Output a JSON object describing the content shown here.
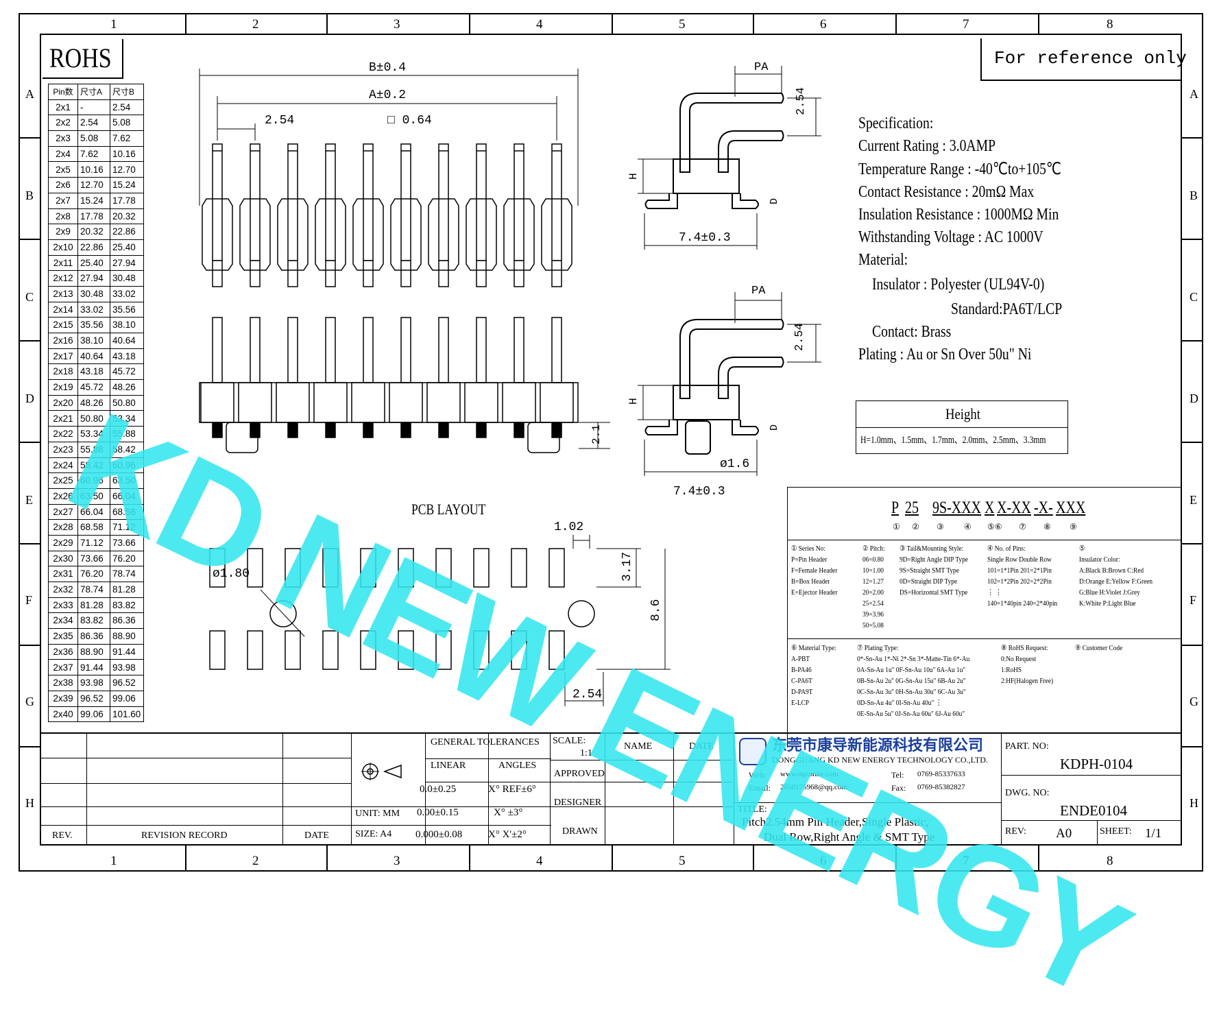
{
  "border": {
    "columns": [
      "1",
      "2",
      "3",
      "4",
      "5",
      "6",
      "7",
      "8"
    ],
    "rows": [
      "A",
      "B",
      "C",
      "D",
      "E",
      "F",
      "G",
      "H"
    ]
  },
  "rohs_label": "ROHS",
  "reference_label": "For reference only",
  "pin_table": {
    "headers": [
      "Pin数",
      "尺寸A",
      "尺寸B"
    ],
    "rows": [
      [
        "2x1",
        "-",
        "2.54"
      ],
      [
        "2x2",
        "2.54",
        "5.08"
      ],
      [
        "2x3",
        "5.08",
        "7.62"
      ],
      [
        "2x4",
        "7.62",
        "10.16"
      ],
      [
        "2x5",
        "10.16",
        "12.70"
      ],
      [
        "2x6",
        "12.70",
        "15.24"
      ],
      [
        "2x7",
        "15.24",
        "17.78"
      ],
      [
        "2x8",
        "17.78",
        "20.32"
      ],
      [
        "2x9",
        "20.32",
        "22.86"
      ],
      [
        "2x10",
        "22.86",
        "25.40"
      ],
      [
        "2x11",
        "25.40",
        "27.94"
      ],
      [
        "2x12",
        "27.94",
        "30.48"
      ],
      [
        "2x13",
        "30.48",
        "33.02"
      ],
      [
        "2x14",
        "33.02",
        "35.56"
      ],
      [
        "2x15",
        "35.56",
        "38.10"
      ],
      [
        "2x16",
        "38.10",
        "40.64"
      ],
      [
        "2x17",
        "40.64",
        "43.18"
      ],
      [
        "2x18",
        "43.18",
        "45.72"
      ],
      [
        "2x19",
        "45.72",
        "48.26"
      ],
      [
        "2x20",
        "48.26",
        "50.80"
      ],
      [
        "2x21",
        "50.80",
        "53.34"
      ],
      [
        "2x22",
        "53.34",
        "55.88"
      ],
      [
        "2x23",
        "55.88",
        "58.42"
      ],
      [
        "2x24",
        "58.42",
        "60.96"
      ],
      [
        "2x25",
        "60.96",
        "63.50"
      ],
      [
        "2x26",
        "63.50",
        "66.04"
      ],
      [
        "2x27",
        "66.04",
        "68.58"
      ],
      [
        "2x28",
        "68.58",
        "71.12"
      ],
      [
        "2x29",
        "71.12",
        "73.66"
      ],
      [
        "2x30",
        "73.66",
        "76.20"
      ],
      [
        "2x31",
        "76.20",
        "78.74"
      ],
      [
        "2x32",
        "78.74",
        "81.28"
      ],
      [
        "2x33",
        "81.28",
        "83.82"
      ],
      [
        "2x34",
        "83.82",
        "86.36"
      ],
      [
        "2x35",
        "86.36",
        "88.90"
      ],
      [
        "2x36",
        "88.90",
        "91.44"
      ],
      [
        "2x37",
        "91.44",
        "93.98"
      ],
      [
        "2x38",
        "93.98",
        "96.52"
      ],
      [
        "2x39",
        "96.52",
        "99.06"
      ],
      [
        "2x40",
        "99.06",
        "101.60"
      ]
    ]
  },
  "dimensions": {
    "b_dim": "B±0.4",
    "a_dim": "A±0.2",
    "pitch": "2.54",
    "pin_square": "□ 0.64",
    "pa_top": "PA",
    "pitch_side_top": "2.54",
    "h_top": "H",
    "d_top": "D",
    "width_top": "7.4±0.3",
    "pa_bottom": "PA",
    "pitch_side_bottom": "2.54",
    "h_bottom": "H",
    "d_bottom": "D",
    "post_height": "2.1",
    "post_dia": "ø1.6",
    "width_bottom": "7.4±0.3"
  },
  "pcb": {
    "title": "PCB LAYOUT",
    "pad_width": "1.02",
    "pad_length": "3.17",
    "row_span": "8.6",
    "hole_dia": "ø1.80",
    "pitch": "2.54"
  },
  "specification": {
    "lines": [
      "Specification:",
      "Current Rating : 3.0AMP",
      "Temperature Range : -40℃to+105℃",
      "Contact Resistance : 20mΩ Max",
      "Insulation Resistance : 1000MΩ Min",
      "Withstanding Voltage : AC 1000V",
      "Material:",
      "Insulator : Polyester (UL94V-0)",
      "Standard:PA6T/LCP",
      "Contact: Brass",
      "Plating : Au or Sn Over 50u\" Ni"
    ]
  },
  "height_box": {
    "title": "Height",
    "values": "H=1.0mm、1.5mm、1.7mm、2.0mm、2.5mm、3.3mm"
  },
  "part_code": {
    "segments": [
      "P",
      "25",
      "9S-XXX",
      "X",
      "X-XX",
      "-X-",
      "XXX"
    ],
    "markers": [
      "①",
      "②",
      "③",
      "④",
      "⑤⑥",
      "⑦",
      "⑧",
      "⑨"
    ]
  },
  "code_legend": {
    "series": [
      "① Series No:",
      "P=Pin Header",
      "F=Female Header",
      "B=Box Header",
      "E=Ejector Header"
    ],
    "pitch": [
      "② Pitch:",
      "06=0.80",
      "10=1.00",
      "12=1.27",
      "20=2.00",
      "25=2.54",
      "39=3.96",
      "50=5.08"
    ],
    "tail": [
      "③ Tail&Mounting Style:",
      "9D=Right Angle DIP Type",
      "9S=Straight SMT Type",
      "0D=Straight DIP Type",
      "DS=Horizontal SMT Type"
    ],
    "pins": [
      "④ No. of Pins:",
      "Single Row   Double Row",
      "101=1*1Pin   201=2*1Pin",
      "102=1*2Pin   202=2*2Pin",
      "  ⋮              ⋮",
      "140=1*40pin  240=2*40pin"
    ],
    "color": [
      "⑤",
      "Insulator Color:",
      "A:Black  B:Brown  C:Red",
      "D:Orange E:Yellow F:Green",
      "G:Blue   H:Violet J:Grey",
      "K:White  P:Light Blue"
    ],
    "material": [
      "⑥ Material Type:",
      "A-PBT",
      "B-PA46",
      "C-PA6T",
      "D-PA9T",
      "E-LCP"
    ],
    "plating": [
      "⑦ Plating Type:",
      "0*-Sn-Au 1*-Ni 2*-Sn 3*-Matte-Tin 6*-Au",
      "0A-Sn-Au 1u\" 0F-Sn-Au 10u\"  6A-Au 1u\"",
      "0B-Sn-Au 2u\" 0G-Sn-Au 15u\"  6B-Au 2u\"",
      "0C-Sn-Au 3u\" 0H-Sn-Au 30u\"  6C-Au 3u\"",
      "0D-Sn-Au 4u\" 0I-Sn-Au 40u\"    ⋮",
      "0E-Sn-Au 5u\" 0J-Sn-Au 60u\"  6J-Au 60u\""
    ],
    "rohs": [
      "⑧ RoHS Request:",
      "0:No Request",
      "1:RoHS",
      "2:HF(Halogen Free)"
    ],
    "customer": [
      "⑨ Customer Code"
    ]
  },
  "title_block": {
    "rev": "REV.",
    "revision_record": "REVISION RECORD",
    "date": "DATE",
    "general_tolerances": "GENERAL TOLERANCES",
    "linear": "LINEAR",
    "angles": "ANGLES",
    "tol_1": "0.0±0.25",
    "tol_2": "0.00±0.15",
    "tol_3": "0.000±0.08",
    "ang_1": "X° REF±6°",
    "ang_2": "X° ±3°",
    "ang_3": "X° X'±2°",
    "unit": "UNIT: MM",
    "size": "SIZE: A4",
    "scale_label": "SCALE:",
    "scale_value": "1:1",
    "name": "NAME",
    "date2": "DATE",
    "approved": "APPROVED",
    "designer": "DESIGNER",
    "drawn": "DRAWN",
    "company_cn": "东莞市康导新能源科技有限公司",
    "company_en": "DONGGUANG KD NEW ENERGY TECHNOLOGY CO.,LTD.",
    "web_label": "Web:",
    "web": "www.dgconne.com",
    "tel_label": "Tel:",
    "tel": "0769-85337633",
    "email_label": "Email:",
    "email": "2850175968@qq.com",
    "fax_label": "Fax:",
    "fax": "0769-85382827",
    "title_label": "TITLE:",
    "title_line1": "Pitch2.54mm Pin Header,Single Plastic,",
    "title_line2": "Dual Row,Right Angle & SMT Type",
    "part_no_label": "PART. NO:",
    "part_no": "KDPH-0104",
    "dwg_no_label": "DWG. NO:",
    "dwg_no": "ENDE0104",
    "rev_label": "REV:",
    "rev_value": "A0",
    "sheet_label": "SHEET:",
    "sheet_value": "1/1"
  },
  "watermark": "KD NEW ENERGY",
  "colors": {
    "watermark": "#35e6f0",
    "ink": "#000000"
  }
}
